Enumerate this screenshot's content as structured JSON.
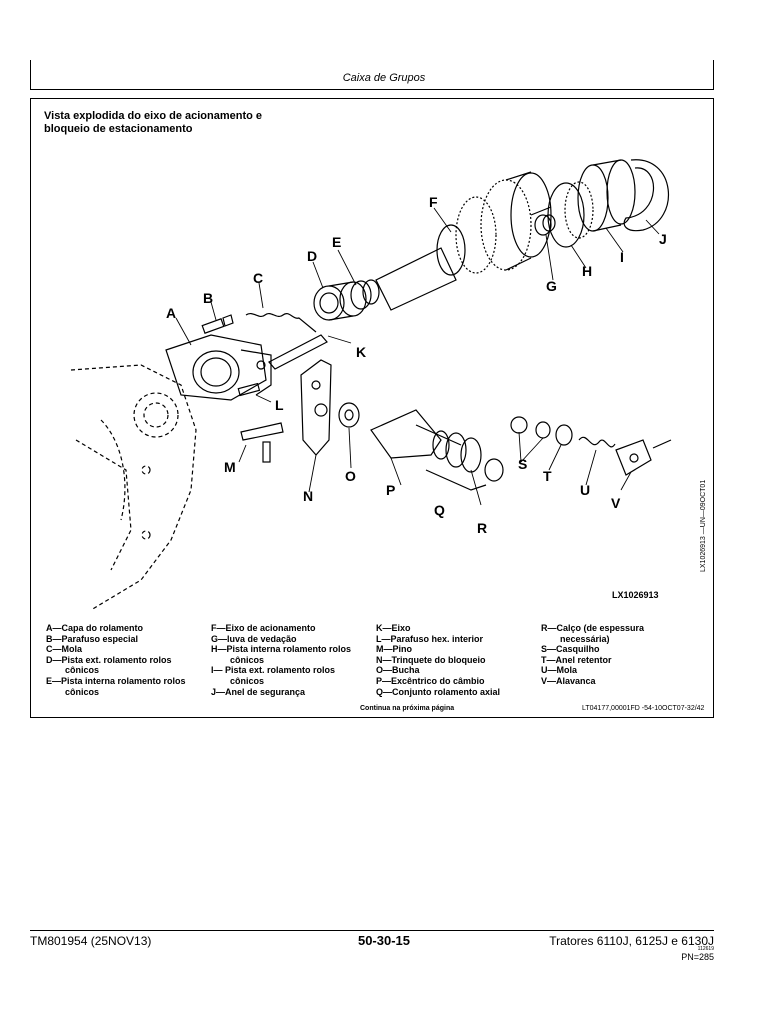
{
  "header": {
    "section_title": "Caixa de Grupos"
  },
  "figure": {
    "title_line1": "Vista explodida do eixo de acionamento e",
    "title_line2": "bloqueio de estacionamento",
    "callouts": [
      "A",
      "B",
      "C",
      "D",
      "E",
      "F",
      "G",
      "H",
      "I",
      "J",
      "K",
      "L",
      "M",
      "N",
      "O",
      "P",
      "Q",
      "R",
      "S",
      "T",
      "U",
      "V"
    ],
    "figure_code": "LX1026913",
    "side_code": "LX1026913 —UN—09OCT01"
  },
  "legend": {
    "col1": [
      "A—Capa do rolamento",
      "B—Parafuso especial",
      "C—Mola",
      "D—Pista ext. rolamento rolos",
      "cônicos",
      "E—Pista interna rolamento rolos",
      "cônicos"
    ],
    "col2": [
      "F—Eixo de acionamento",
      "G—luva de vedação",
      "H—Pista interna rolamento rolos",
      "cônicos",
      "I— Pista ext. rolamento rolos",
      "cônicos",
      "J—Anel de segurança"
    ],
    "col3": [
      "K—Eixo",
      "L—Parafuso hex. interior",
      "M—Pino",
      "N—Trinquete do bloqueio",
      "O—Bucha",
      "P—Excêntrico do câmbio",
      "Q—Conjunto rolamento axial"
    ],
    "col4": [
      "R—Calço (de espessura",
      "necessária)",
      "S—Casquilho",
      "T—Anel retentor",
      "U—Mola",
      "V—Alavanca"
    ]
  },
  "notes": {
    "continue": "Continua na próxima página",
    "reference": "LT04177,00001FD -54-10OCT07-32/42"
  },
  "footer": {
    "doc_code": "TM801954 (25NOV13)",
    "page_number": "50-30-15",
    "models": "Tratores 6110J, 6125J e 6130J",
    "small_code": "112619",
    "pn": "PN=285"
  }
}
